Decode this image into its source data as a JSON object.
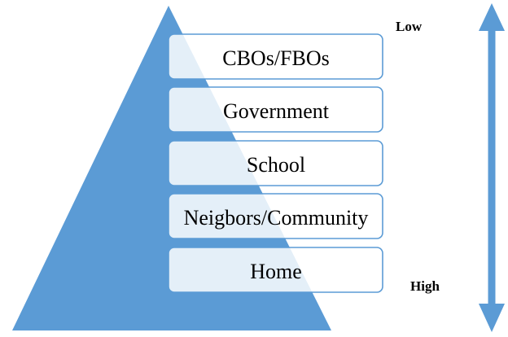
{
  "pyramid": {
    "fill_color": "#5b9bd5",
    "levels": [
      {
        "label": "CBOs/FBOs"
      },
      {
        "label": "Government"
      },
      {
        "label": "School"
      },
      {
        "label": "Neigbors/Community"
      },
      {
        "label": "Home"
      }
    ]
  },
  "scale": {
    "top_label": "Low",
    "bottom_label": "High",
    "arrow_color": "#5b9bd5",
    "arrow_direction": "double-headed vertical"
  }
}
